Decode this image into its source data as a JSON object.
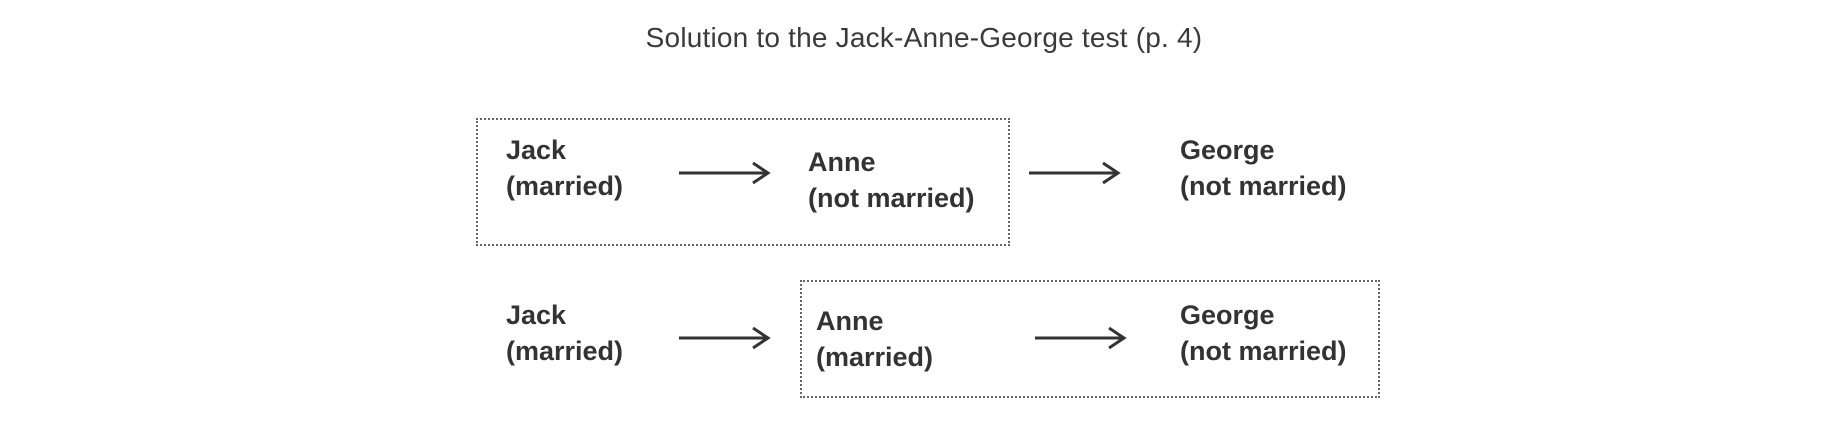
{
  "title": "Solution to the Jack-Anne-George test (p. 4)",
  "rows": [
    {
      "jack": {
        "name": "Jack",
        "status": "(married)"
      },
      "anne": {
        "name": "Anne",
        "status": "(not married)"
      },
      "george": {
        "name": "George",
        "status": "(not married)"
      }
    },
    {
      "jack": {
        "name": "Jack",
        "status": "(married)"
      },
      "anne": {
        "name": "Anne",
        "status": "(married)"
      },
      "george": {
        "name": "George",
        "status": "(not married)"
      }
    }
  ],
  "colors": {
    "text": "#333333",
    "arrow": "#333333",
    "box_border": "#666666"
  },
  "icons": {
    "arrow": "right-arrow-icon"
  }
}
